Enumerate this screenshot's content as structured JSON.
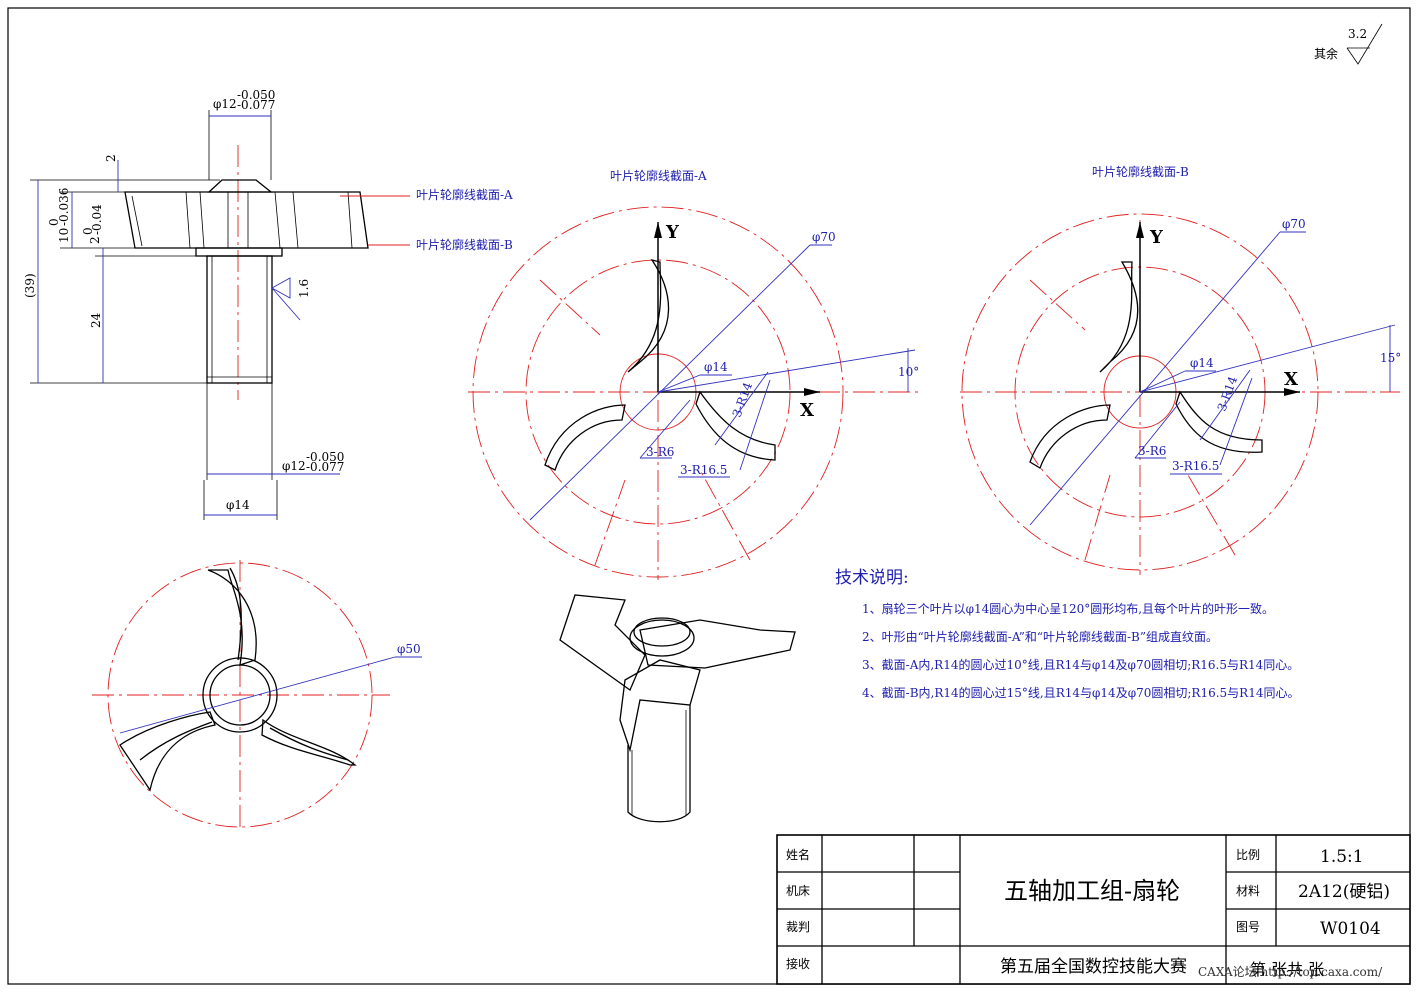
{
  "roughness": {
    "label": "其余",
    "value": "3.2"
  },
  "front_view": {
    "dim_top_dia": "φ12",
    "dim_top_tol_upper": "-0.050",
    "dim_top_tol_lower": "-0.077",
    "dim_2": "2",
    "dim_10": "10",
    "dim_10_tol_upper": "0",
    "dim_10_tol_lower": "-0.036",
    "dim_2_small": "2",
    "dim_2_small_tol_upper": "0",
    "dim_2_small_tol_lower": "-0.04",
    "dim_39": "(39)",
    "dim_24": "24",
    "dim_bottom_dia": "φ12",
    "dim_bottom_tol_upper": "-0.050",
    "dim_bottom_tol_lower": "-0.077",
    "dim_14": "φ14",
    "roughness_shaft": "1.6",
    "section_a_label": "叶片轮廓线截面-A",
    "section_b_label": "叶片轮廓线截面-B"
  },
  "section_a": {
    "title": "叶片轮廓线截面-A",
    "axis_y": "Y",
    "axis_x": "X",
    "dia_70": "φ70",
    "dia_14": "φ14",
    "angle": "10°",
    "r14": "3-R14",
    "r6": "3-R6",
    "r16_5": "3-R16.5"
  },
  "section_b": {
    "title": "叶片轮廓线截面-B",
    "axis_y": "Y",
    "axis_x": "X",
    "dia_70": "φ70",
    "dia_14": "φ14",
    "angle": "15°",
    "r14": "3-R14",
    "r6": "3-R6",
    "r16_5": "3-R16.5"
  },
  "top_view": {
    "dia_50": "φ50"
  },
  "notes": {
    "title": "技术说明:",
    "items": [
      "1、扇轮三个叶片以φ14圆心为中心呈120°圆形均布,且每个叶片的叶形一致。",
      "2、叶形由“叶片轮廓线截面-A”和“叶片轮廓线截面-B”组成直纹面。",
      "3、截面-A内,R14的圆心过10°线,且R14与φ14及φ70圆相切;R16.5与R14同心。",
      "4、截面-B内,R14的圆心过15°线,且R14与φ14及φ70圆相切;R16.5与R14同心。"
    ]
  },
  "title_block": {
    "rows": [
      "姓名",
      "机床",
      "裁判",
      "接收"
    ],
    "part_title": "五轴加工组-扇轮",
    "event": "第五届全国数控技能大赛",
    "scale_label": "比例",
    "scale_value": "1.5:1",
    "material_label": "材料",
    "material_value": "2A12(硬铝)",
    "drawing_no_label": "图号",
    "drawing_no_value": "W0104",
    "sheet_text": "第   张共   张",
    "watermark": "CAXA论坛 http://top.caxa.com/"
  },
  "colors": {
    "ink": "#000000",
    "center_lines": "#e02020",
    "dimensions": "#3030c0"
  }
}
